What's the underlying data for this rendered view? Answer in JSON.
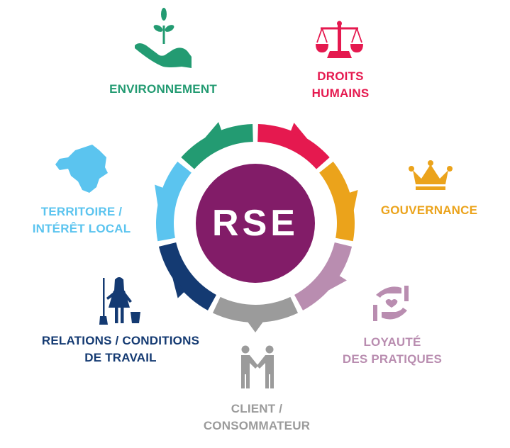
{
  "center": {
    "label": "RSE",
    "color": "#821C68"
  },
  "themes": [
    {
      "id": "environnement",
      "lines": [
        "ENVIRONNEMENT"
      ],
      "color": "#239B72",
      "icon": "plant-in-hand-icon"
    },
    {
      "id": "droits-humains",
      "lines": [
        "DROITS",
        "HUMAINS"
      ],
      "color": "#E5194F",
      "icon": "scales-icon"
    },
    {
      "id": "gouvernance",
      "lines": [
        "GOUVERNANCE"
      ],
      "color": "#EBA31B",
      "icon": "crown-icon"
    },
    {
      "id": "loyaute",
      "lines": [
        "LOYAUTÉ",
        "DES PRATIQUES"
      ],
      "color": "#B98DB0",
      "icon": "hands-heart-icon"
    },
    {
      "id": "client",
      "lines": [
        "CLIENT /",
        "CONSOMMATEUR"
      ],
      "color": "#9B9B9B",
      "icon": "handshake-icon"
    },
    {
      "id": "relations",
      "lines": [
        "RELATIONS / CONDITIONS",
        "DE TRAVAIL"
      ],
      "color": "#143A72",
      "icon": "cleaner-icon"
    },
    {
      "id": "territoire",
      "lines": [
        "TERRITOIRE /",
        "INTÉRÊT LOCAL"
      ],
      "color": "#5BC4EF",
      "icon": "region-map-icon"
    }
  ]
}
